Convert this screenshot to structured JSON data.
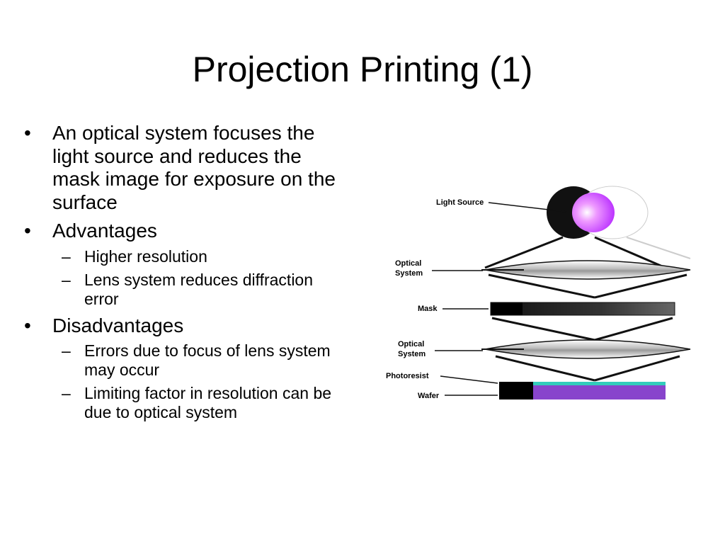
{
  "slide": {
    "title": "Projection Printing (1)"
  },
  "bullets": [
    {
      "marker": "•",
      "text": "An optical system focuses the light source and reduces the mask image for exposure on the surface",
      "children": []
    },
    {
      "marker": "•",
      "text": "Advantages",
      "children": [
        {
          "marker": "–",
          "text": "Higher resolution"
        },
        {
          "marker": "–",
          "text": "Lens system reduces diffraction error"
        }
      ]
    },
    {
      "marker": "•",
      "text": "Disadvantages",
      "children": [
        {
          "marker": "–",
          "text": "Errors due to focus of lens system may occur"
        },
        {
          "marker": "–",
          "text": "Limiting factor in resolution can be due to optical system"
        }
      ]
    }
  ],
  "diagram": {
    "labels": {
      "light_source": "Light Source",
      "optical_system_1_line1": "Optical",
      "optical_system_1_line2": "System",
      "mask": "Mask",
      "optical_system_2_line1": "Optical",
      "optical_system_2_line2": "System",
      "photoresist": "Photoresist",
      "wafer": "Wafer"
    },
    "colors": {
      "light": "#cc44ff",
      "photoresist": "#33ccbb",
      "wafer": "#8844cc",
      "lens": "#d8d8d8",
      "dark": "#111111"
    }
  }
}
